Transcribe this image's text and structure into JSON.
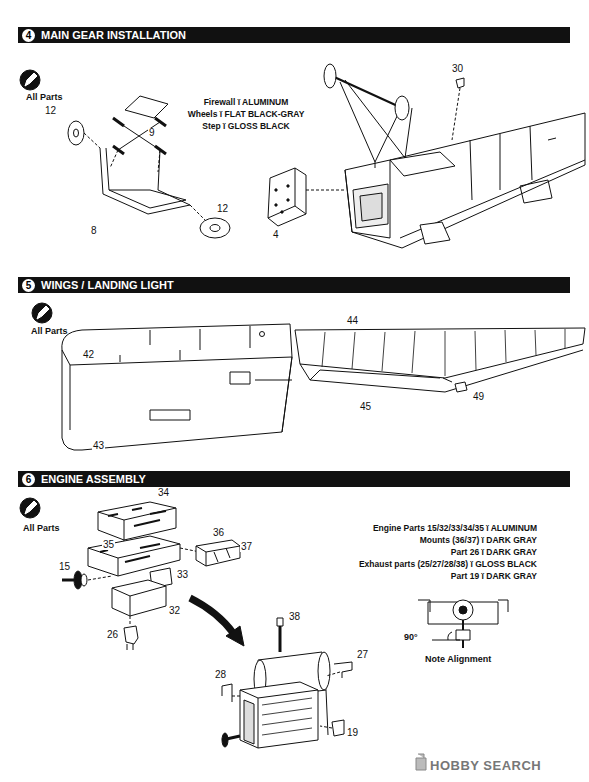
{
  "diagram": {
    "nodes": [
      {
        "text": [
          "4",
          "MAIN GEAR INSTALLATION"
        ]
      },
      {
        "text": [
          "5",
          "WINGS / LANDING LIGHT"
        ]
      },
      {
        "text": [
          "6",
          "ENGINE ASSEMBLY"
        ]
      }
    ],
    "labels": [
      "All Parts",
      "12",
      "Firewall ï ALUMINUM",
      "Wheels ï FLAT BLACK-GRAY",
      "Step ï GLOSS BLACK",
      "30",
      "9",
      "12",
      "8",
      "4",
      "All Parts",
      "44",
      "42",
      "49",
      "45",
      "43",
      "All Parts",
      "34",
      "36",
      "37",
      "35",
      "Engine Parts 15/32/33/34/35 ï ALUMINUM",
      "Mounts (36/37) ï DARK GRAY",
      "Part 26 ï DARK GRAY",
      "Exhaust parts (25/27/28/38) ï GLOSS BLACK",
      "Part 19 ï DARK GRAY",
      "15",
      "33",
      "32",
      "26",
      "38",
      "27",
      "28",
      "90°",
      "Note Alignment",
      "19",
      "HOBBY SEARCH"
    ]
  }
}
